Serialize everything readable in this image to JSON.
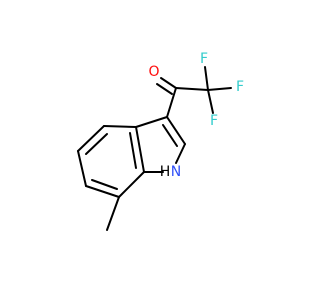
{
  "colors": {
    "bond": "#000000",
    "oxygen": "#ff0d0d",
    "fluorine": "#33cccc",
    "nitrogen": "#3050f8",
    "hydrogen": "#000000"
  },
  "atoms": {
    "oxygen": "O",
    "fluorine_top": "F",
    "fluorine_right": "F",
    "fluorine_bottom": "F",
    "nitrogen": "N",
    "hydrogen": "H"
  }
}
